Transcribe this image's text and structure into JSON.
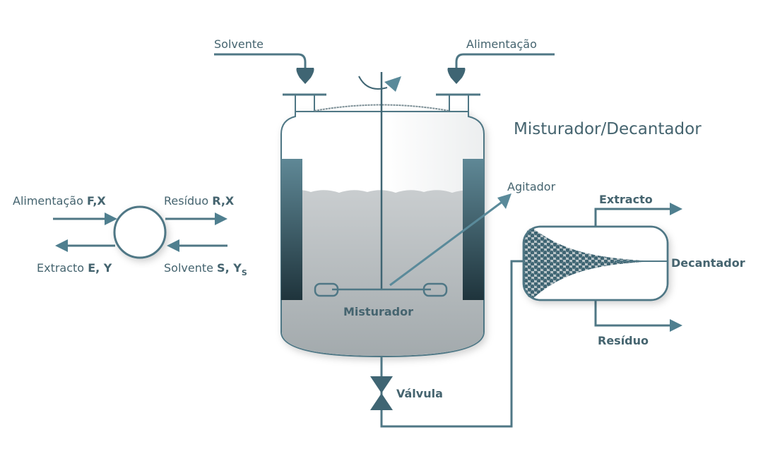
{
  "title": "Misturador/Decantador",
  "tank": {
    "solvent_inlet": "Solvente",
    "feed_inlet": "Alimentação",
    "agitator": "Agitador",
    "mixer": "Misturador",
    "valve": "Válvula"
  },
  "decanter": {
    "label": "Decantador",
    "extract": "Extracto",
    "residue": "Resíduo"
  },
  "schematic": {
    "feed": {
      "name": "Alimentação ",
      "symbol": "F,X"
    },
    "residue": {
      "name": "Resíduo ",
      "symbol": "R,X"
    },
    "extract": {
      "name": "Extracto ",
      "symbol": "E, Y"
    },
    "solvent": {
      "name": "Solvente ",
      "symbol": "S, Y",
      "subscript": "S"
    }
  },
  "colors": {
    "line": "#4f7785",
    "text": "#45646f",
    "liquid": "#b4babd",
    "baffle": "#2f4a54"
  }
}
